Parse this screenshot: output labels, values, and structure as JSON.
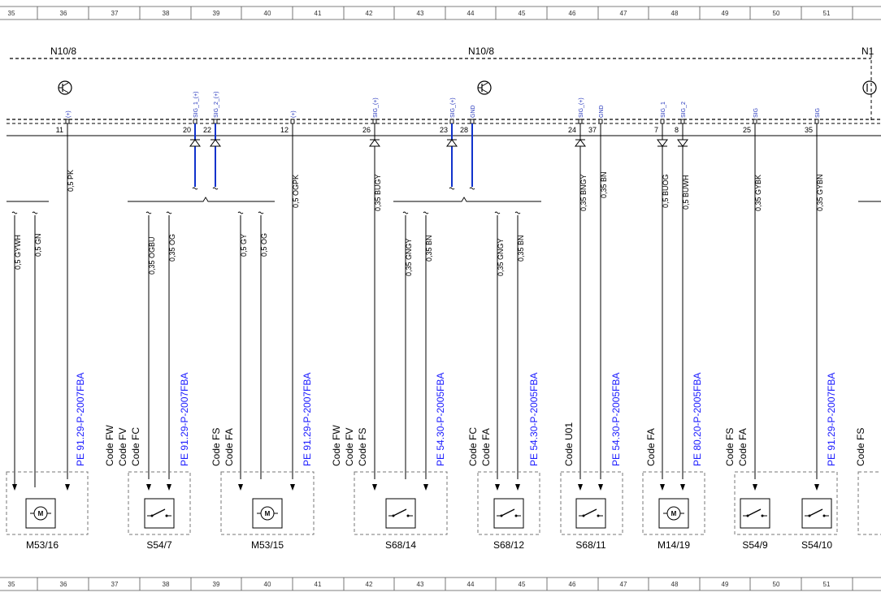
{
  "ruler": [
    "35",
    "36",
    "37",
    "38",
    "39",
    "40",
    "41",
    "42",
    "43",
    "44",
    "45",
    "46",
    "47",
    "48",
    "49",
    "50",
    "51"
  ],
  "connector": {
    "left_label": "N10/8",
    "mid_label": "N10/8",
    "right_label": "N1"
  },
  "pins": [
    {
      "num": "11",
      "signal": "(+)"
    },
    {
      "num": "20",
      "signal": "SIG_1_(+)"
    },
    {
      "num": "22",
      "signal": "SIG_2_(+)"
    },
    {
      "num": "12",
      "signal": "(+)"
    },
    {
      "num": "26",
      "signal": "SIG_(+)"
    },
    {
      "num": "23",
      "signal": "SIG_(+)"
    },
    {
      "num": "28",
      "signal": "GND"
    },
    {
      "num": "24",
      "signal": "SIG_(+)"
    },
    {
      "num": "37",
      "signal": "GND"
    },
    {
      "num": "7",
      "signal": "SIG_1"
    },
    {
      "num": "8",
      "signal": "SIG_2"
    },
    {
      "num": "25",
      "signal": "SIG"
    },
    {
      "num": "35",
      "signal": "SIG"
    }
  ],
  "wires_upper": [
    "0,5 PK",
    "0,5 OGPK",
    "0,35 BUGY",
    "0,35 BNGY",
    "0,35 BN",
    "0,5 BUOG",
    "0,5 BUWH",
    "0,35 GYBK",
    "0,35 GYBN"
  ],
  "wires_lower": [
    "0,5 GYWH",
    "0,5 GN",
    "0,35 OGBU",
    "0,35 OG",
    "0,5 GY",
    "0,5 OG",
    "0,35 GNGY",
    "0,35 BN",
    "0,35 GNGY",
    "0,35 BN"
  ],
  "codes": [
    [
      "Code FW",
      "Code FV",
      "Code FC"
    ],
    [
      "Code FS",
      "Code FA"
    ],
    [
      "Code FW",
      "Code FV",
      "Code FS"
    ],
    [
      "Code FC",
      "Code FA"
    ],
    [
      "Code U01"
    ],
    [
      "Code FA"
    ],
    [
      "Code FS",
      "Code FA"
    ],
    [
      "Code FS"
    ]
  ],
  "refs": [
    "PE 91.29-P-2007FBA",
    "PE 91.29-P-2007FBA",
    "PE 91.29-P-2007FBA",
    "PE 54.30-P-2005FBA",
    "PE 54.30-P-2005FBA",
    "PE 54.30-P-2005FBA",
    "PE 80.20-P-2005FBA",
    "PE 91.29-P-2007FBA"
  ],
  "components": [
    {
      "label": "M53/16",
      "type": "motor"
    },
    {
      "label": "S54/7",
      "type": "switch"
    },
    {
      "label": "M53/15",
      "type": "motor"
    },
    {
      "label": "S68/14",
      "type": "switch"
    },
    {
      "label": "S68/12",
      "type": "switch"
    },
    {
      "label": "S68/11",
      "type": "switch"
    },
    {
      "label": "M14/19",
      "type": "motor"
    },
    {
      "label": "S54/9",
      "type": "switch"
    },
    {
      "label": "S54/10",
      "type": "switch"
    }
  ],
  "icons": {
    "transistor": "transistor-icon",
    "motor": "motor-icon",
    "switch": "switch-icon"
  },
  "colors": {
    "wire": "#000000",
    "highlight_wire": "#1133cc",
    "signal_text": "#2233bb",
    "reference_text": "#1a1aff"
  }
}
